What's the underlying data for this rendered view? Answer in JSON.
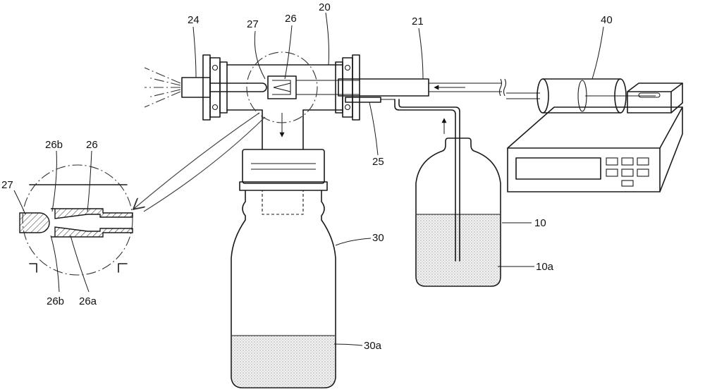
{
  "labels": {
    "l10": "10",
    "l10a": "10a",
    "l20": "20",
    "l21": "21",
    "l24": "24",
    "l25": "25",
    "l26": "26",
    "l27": "27",
    "l30": "30",
    "l30a": "30a",
    "l40": "40",
    "d26b_top": "26b",
    "d26_top": "26",
    "d27": "27",
    "d26b_bottom": "26b",
    "d26a": "26a"
  }
}
